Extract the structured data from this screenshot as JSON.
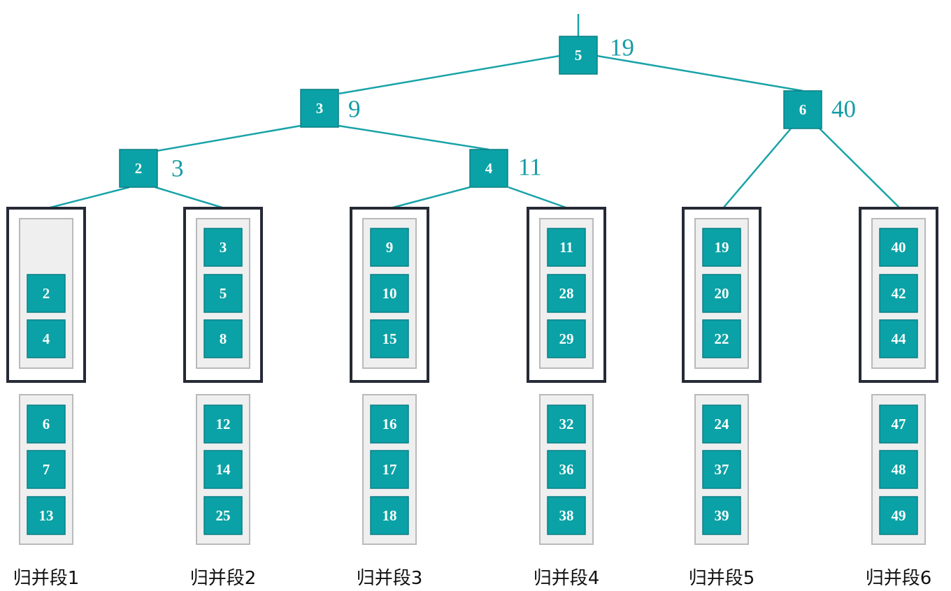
{
  "tree": {
    "root": {
      "index": "5",
      "value": "19"
    },
    "level1": [
      {
        "index": "3",
        "value": "9"
      },
      {
        "index": "6",
        "value": "40"
      }
    ],
    "level2": [
      {
        "index": "2",
        "value": "3"
      },
      {
        "index": "4",
        "value": "11"
      }
    ]
  },
  "segments": [
    {
      "label": "归并段1",
      "loaded": [
        "",
        "2",
        "4"
      ],
      "pending": [
        "6",
        "7",
        "13"
      ]
    },
    {
      "label": "归并段2",
      "loaded": [
        "3",
        "5",
        "8"
      ],
      "pending": [
        "12",
        "14",
        "25"
      ]
    },
    {
      "label": "归并段3",
      "loaded": [
        "9",
        "10",
        "15"
      ],
      "pending": [
        "16",
        "17",
        "18"
      ]
    },
    {
      "label": "归并段4",
      "loaded": [
        "11",
        "28",
        "29"
      ],
      "pending": [
        "32",
        "36",
        "38"
      ]
    },
    {
      "label": "归并段5",
      "loaded": [
        "19",
        "20",
        "22"
      ],
      "pending": [
        "24",
        "37",
        "39"
      ]
    },
    {
      "label": "归并段6",
      "loaded": [
        "40",
        "42",
        "44"
      ],
      "pending": [
        "47",
        "48",
        "49"
      ]
    }
  ],
  "colors": {
    "node": "#0aa2a6",
    "edge": "#18a3a8",
    "value_text": "#159ca4",
    "frame": "#262a36",
    "buffer": "#efefef"
  }
}
